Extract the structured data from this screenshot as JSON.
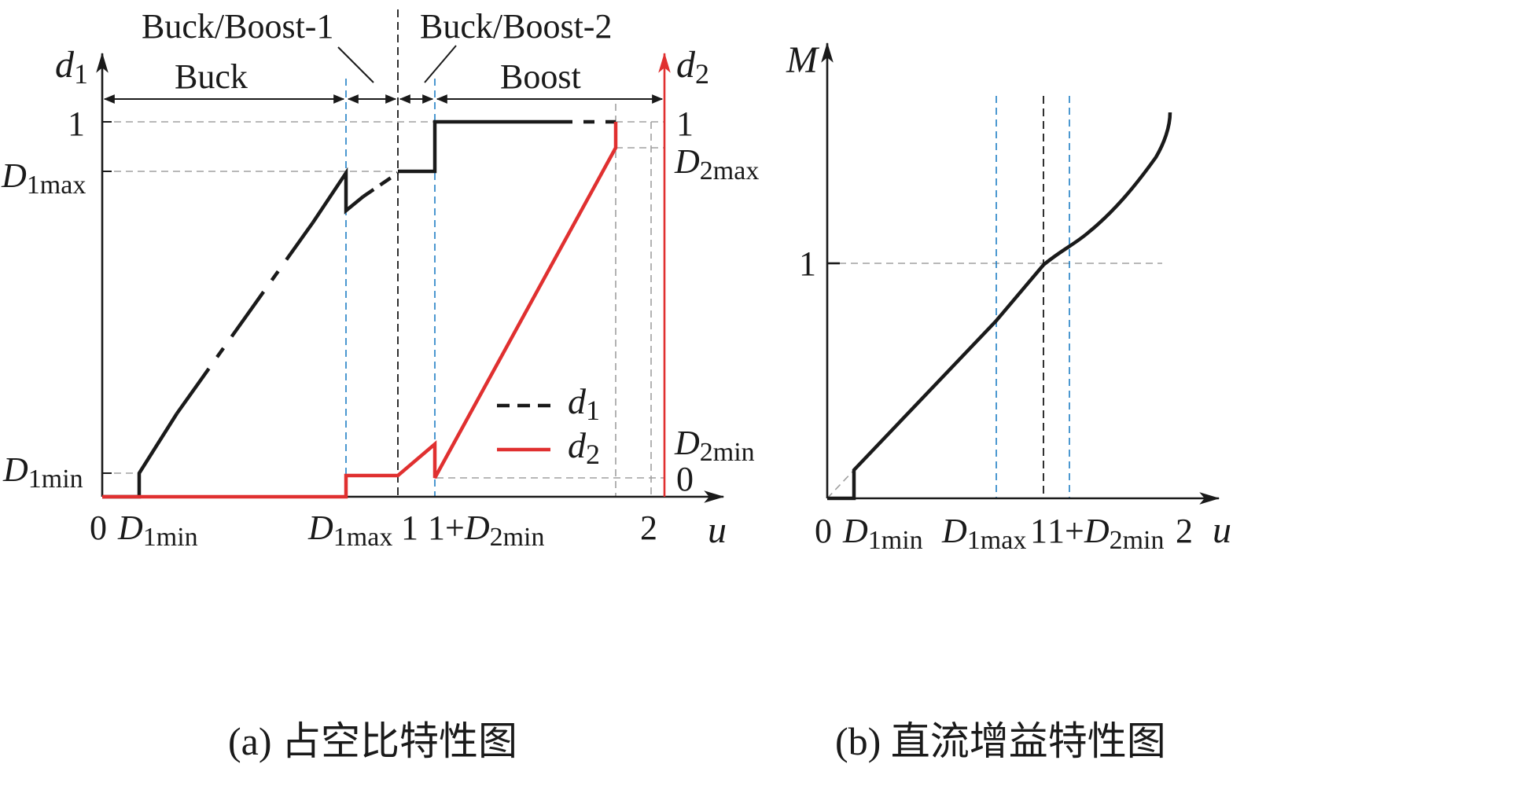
{
  "colors": {
    "black": "#1a1a1a",
    "red": "#e03030",
    "blue_dash": "#1f7fc4",
    "grey_dash": "#a0a0a0",
    "black_dash": "#1a1a1a"
  },
  "panel_a": {
    "caption": "(a) 占空比特性图",
    "y_left_axis": {
      "var": "d",
      "sub": "1"
    },
    "y_right_axis": {
      "var": "d",
      "sub": "2"
    },
    "x_axis": {
      "var": "u"
    },
    "regions": {
      "buck": "Buck",
      "buck_boost_1": "Buck/Boost-1",
      "buck_boost_2": "Buck/Boost-2",
      "boost": "Boost"
    },
    "left_ticks": {
      "one": "1",
      "d1max": {
        "main": "D",
        "sub": "1max"
      },
      "d1min": {
        "main": "D",
        "sub": "1min"
      }
    },
    "right_ticks": {
      "one": "1",
      "d2max": {
        "main": "D",
        "sub": "2max"
      },
      "d2min": {
        "main": "D",
        "sub": "2min"
      },
      "zero": "0"
    },
    "x_ticks": {
      "zero": "0",
      "d1min": {
        "main": "D",
        "sub": "1min"
      },
      "d1max": {
        "main": "D",
        "sub": "1max"
      },
      "one": "1",
      "one_plus_d2min": {
        "prefix": "1+",
        "main": "D",
        "sub": "2min"
      },
      "two": "2"
    },
    "legend": [
      {
        "var": "d",
        "sub": "1"
      },
      {
        "var": "d",
        "sub": "2"
      }
    ]
  },
  "panel_b": {
    "caption": "(b) 直流增益特性图",
    "y_axis": {
      "var": "M"
    },
    "x_axis": {
      "var": "u"
    },
    "y_ticks": {
      "one": "1"
    },
    "x_ticks": {
      "zero": "0",
      "d1min": {
        "main": "D",
        "sub": "1min"
      },
      "d1max": {
        "main": "D",
        "sub": "1max"
      },
      "one": "1",
      "one_plus_d2min": {
        "prefix": "1+",
        "main": "D",
        "sub": "2min"
      },
      "two": "2"
    }
  }
}
